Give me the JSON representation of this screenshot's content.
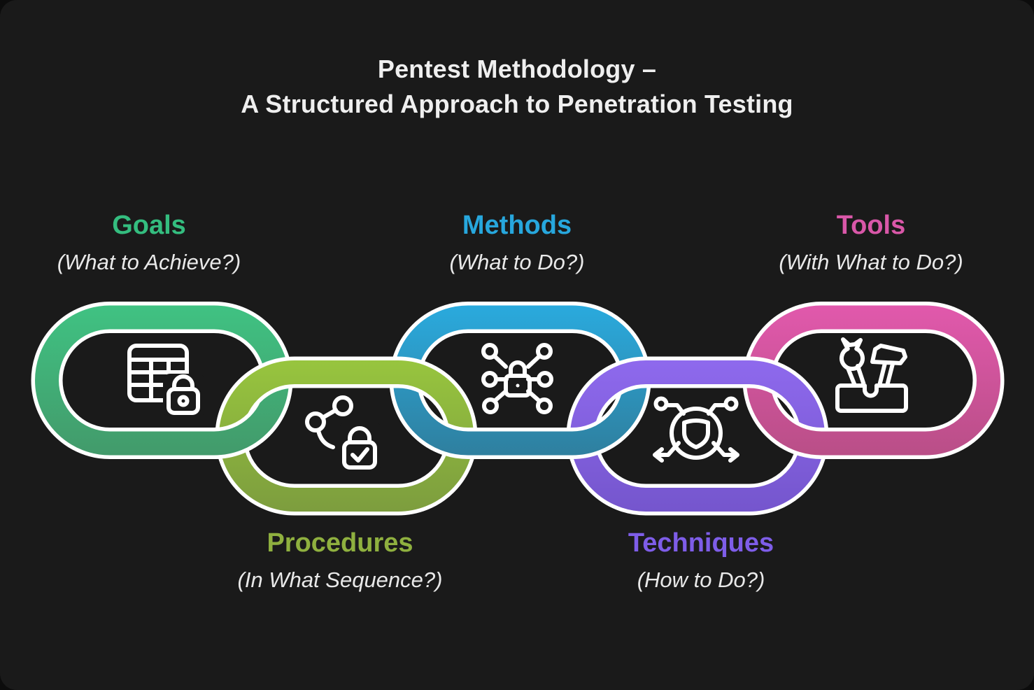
{
  "title": {
    "line1": "Pentest Methodology –",
    "line2": "A Structured Approach to Penetration Testing"
  },
  "colors": {
    "background": "#1a1a1a",
    "title_text": "#efefef",
    "subtitle_text": "#e9e9e9",
    "ring_outline": "#ffffff",
    "icon_stroke": "#ffffff"
  },
  "links": [
    {
      "id": "goals",
      "label": "Goals",
      "subtitle": "(What to Achieve?)",
      "label_color": "#34bd7f",
      "gradient_top": "#40c383",
      "gradient_bottom": "#42996a",
      "icon": "table-lock-icon",
      "row": "top"
    },
    {
      "id": "procedures",
      "label": "Procedures",
      "subtitle": "(In What Sequence?)",
      "label_color": "#8fb03f",
      "gradient_top": "#98c63e",
      "gradient_bottom": "#7c9c3e",
      "icon": "share-lock-icon",
      "row": "bottom"
    },
    {
      "id": "methods",
      "label": "Methods",
      "subtitle": "(What to Do?)",
      "label_color": "#27a7dd",
      "gradient_top": "#2aabdf",
      "gradient_bottom": "#2f7e9d",
      "icon": "network-lock-icon",
      "row": "top"
    },
    {
      "id": "techniques",
      "label": "Techniques",
      "subtitle": "(How to Do?)",
      "label_color": "#7e5de8",
      "gradient_top": "#8f6aee",
      "gradient_bottom": "#7455cc",
      "icon": "shield-spread-icon",
      "row": "bottom"
    },
    {
      "id": "tools",
      "label": "Tools",
      "subtitle": "(With What to Do?)",
      "label_color": "#d957a8",
      "gradient_top": "#e259ad",
      "gradient_bottom": "#b84e86",
      "icon": "toolbox-icon",
      "row": "top"
    }
  ]
}
